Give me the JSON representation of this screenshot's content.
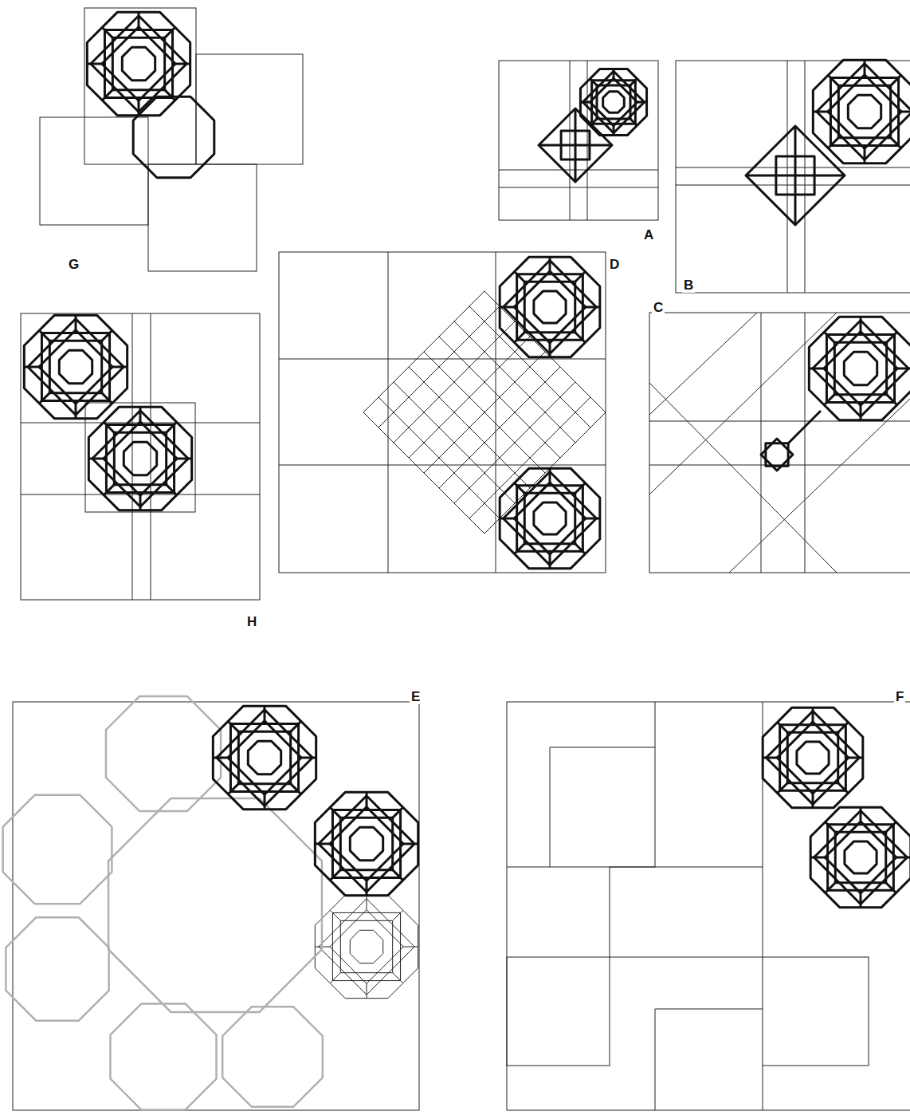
{
  "diagram": {
    "labels": [
      "G",
      "A",
      "B",
      "D",
      "C",
      "H",
      "E",
      "F"
    ]
  }
}
